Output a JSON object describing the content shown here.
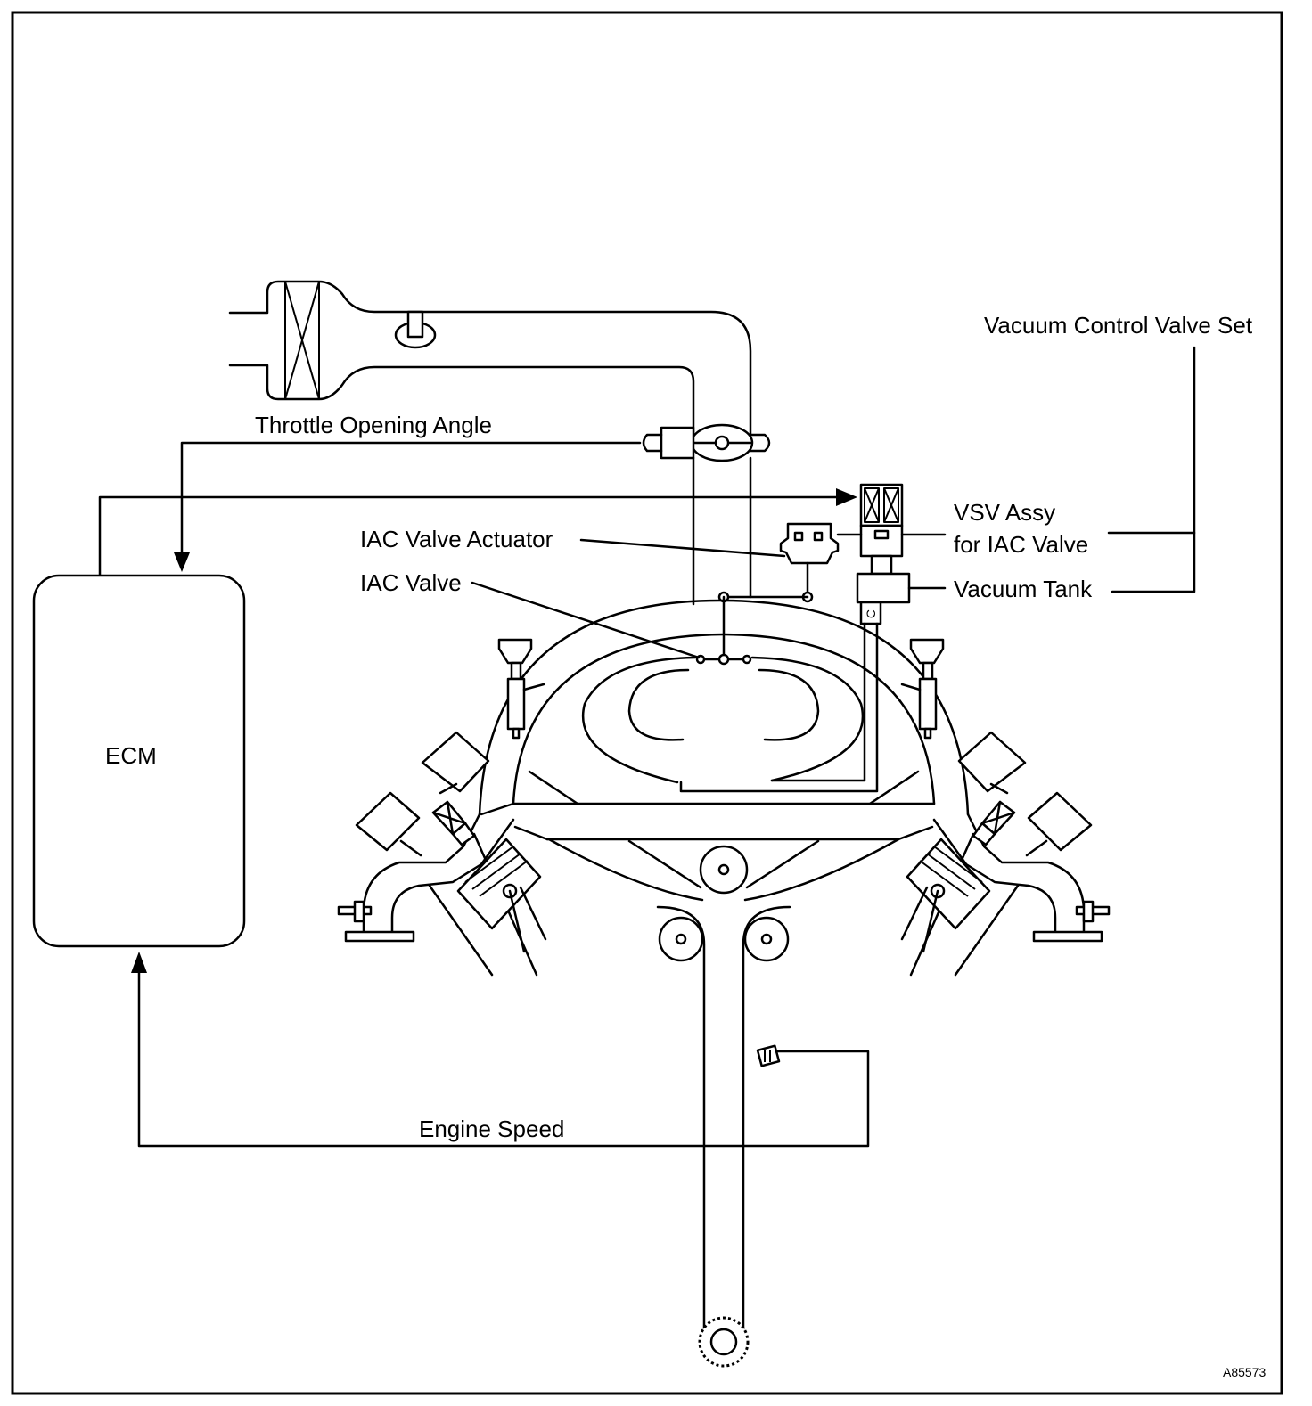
{
  "labels": {
    "vacuum_control_valve_set": "Vacuum Control Valve Set",
    "throttle_opening_angle": "Throttle Opening Angle",
    "vsv_assy_line1": "VSV Assy",
    "vsv_assy_line2": "for IAC Valve",
    "iac_valve_actuator": "IAC Valve  Actuator",
    "iac_valve": "IAC Valve",
    "vacuum_tank": "Vacuum Tank",
    "ecm": "ECM",
    "engine_speed": "Engine Speed",
    "figure_id": "A85573"
  }
}
